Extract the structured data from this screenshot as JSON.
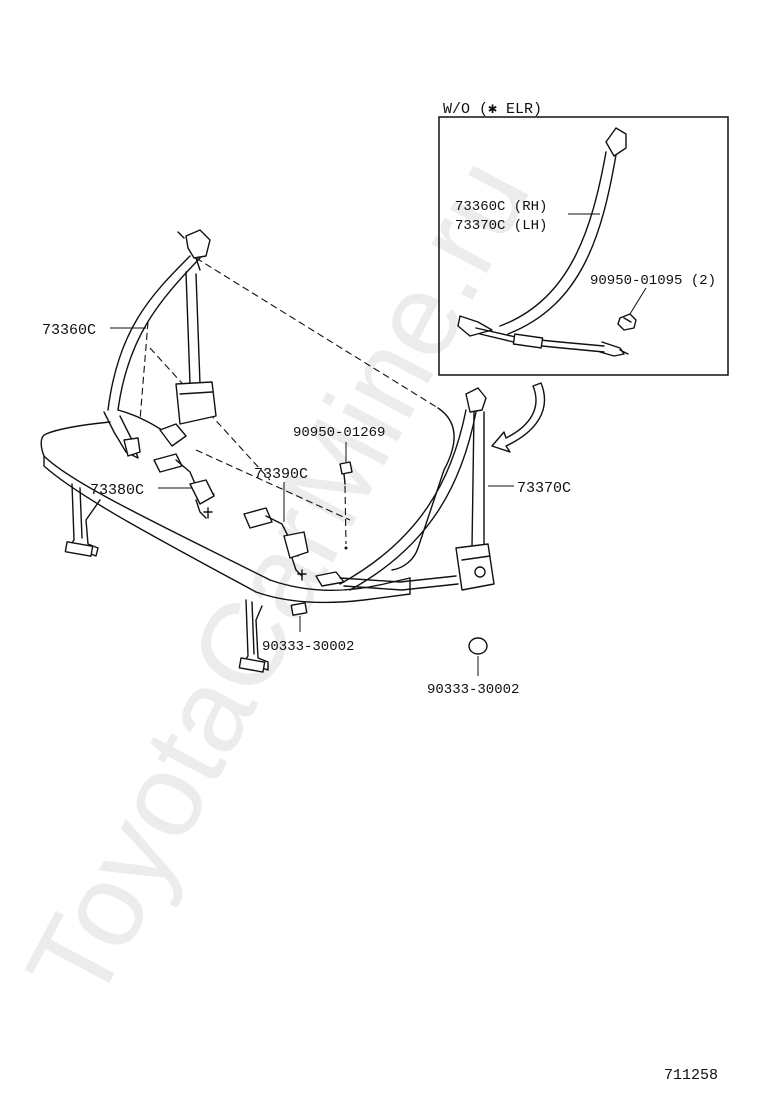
{
  "inset": {
    "title": "W/O (✱ ELR)",
    "labels": {
      "belt_rh": "73360C (RH)",
      "belt_lh": "73370C (LH)",
      "nut": "90950-01095 (2)"
    }
  },
  "main_labels": {
    "belt_73360c": "73360C",
    "bolt_90950_01269": "90950-01269",
    "buckle_73390c": "73390C",
    "buckle_73380c": "73380C",
    "belt_73370c": "73370C",
    "plug_left": "90333-30002",
    "plug_right": "90333-30002"
  },
  "diagram_number": "711258",
  "watermark": "ToyotaCarMine.ru"
}
